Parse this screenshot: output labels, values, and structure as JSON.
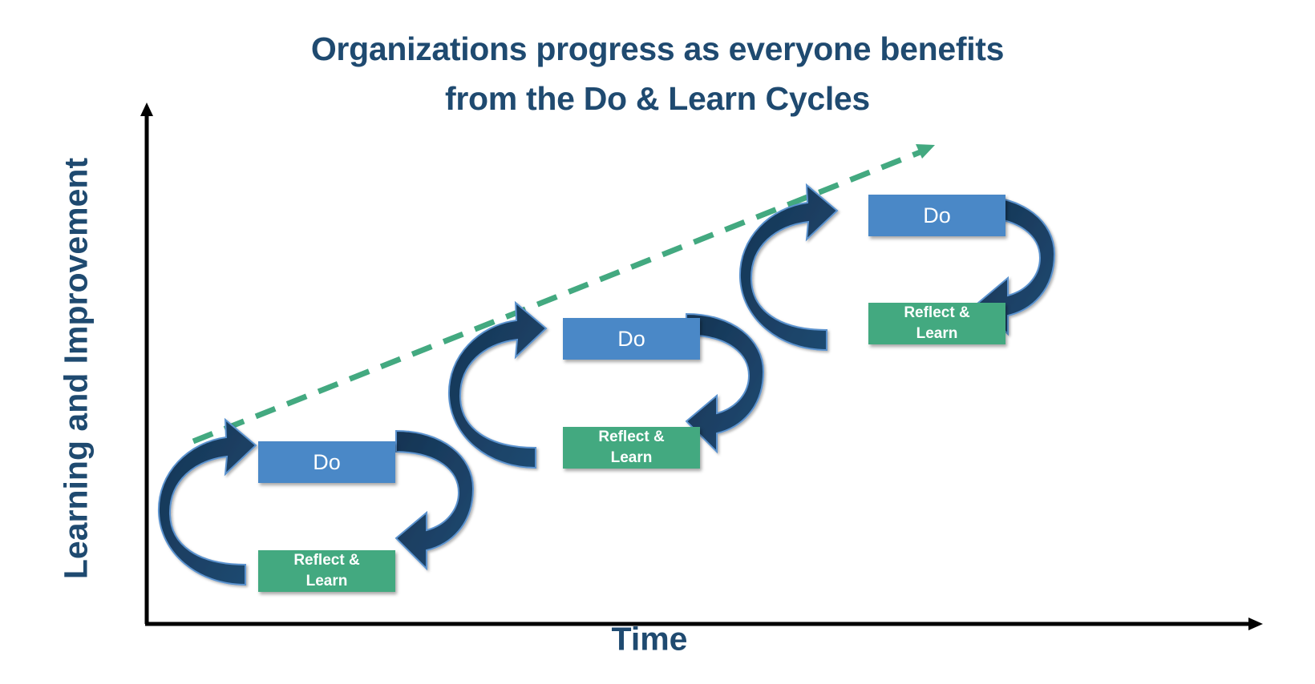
{
  "title": {
    "line1": "Organizations progress as everyone benefits",
    "line2": "from the Do & Learn Cycles"
  },
  "axes": {
    "y_label": "Learning and Improvement",
    "x_label": "Time"
  },
  "cycles": [
    {
      "do_label": "Do",
      "reflect_label_line1": "Reflect &",
      "reflect_label_line2": "Learn"
    },
    {
      "do_label": "Do",
      "reflect_label_line1": "Reflect &",
      "reflect_label_line2": "Learn"
    },
    {
      "do_label": "Do",
      "reflect_label_line1": "Reflect &",
      "reflect_label_line2": "Learn"
    }
  ],
  "colors": {
    "title": "#1f4a70",
    "do_box": "#4a88c7",
    "reflect_box": "#43a980",
    "cycle_arrow": "#1c3f63",
    "trend_arrow": "#43a980",
    "axis": "#000000"
  }
}
